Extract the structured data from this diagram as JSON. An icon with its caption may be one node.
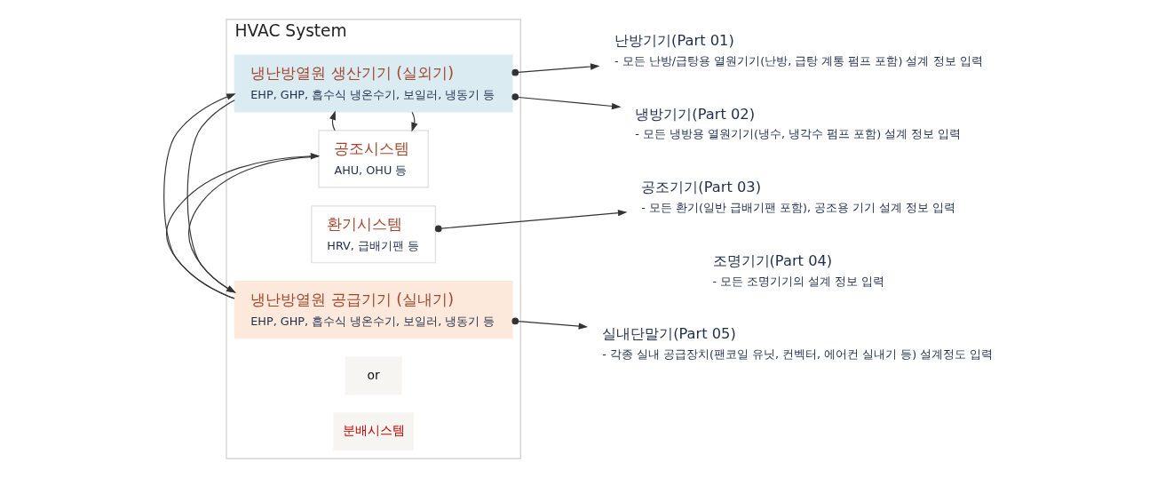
{
  "diagram": {
    "nodes": [
      {
        "text": [
          "HVAC System"
        ]
      },
      {
        "text": [
          "냉난방열원 생산기기 (실외기)",
          "EHP, GHP, 흡수식 냉온수기, 보일러, 냉동기 등"
        ],
        "in": 0
      },
      {
        "text": [
          "공조시스템",
          "AHU, OHU 등"
        ],
        "in": 0
      },
      {
        "text": [
          "환기시스템",
          "HRV, 급배기팬 등"
        ],
        "in": 0
      },
      {
        "text": [
          "냉난방열원 공급기기 (실내기)",
          "EHP, GHP, 흡수식 냉온수기, 보일러, 냉동기 등"
        ],
        "in": 0
      },
      {
        "text": [
          "난방기기(Part 01)",
          "- 모든 난방/급탕용 열원기기(난방, 급탕 계통 펌프 포함) 설계 정보 입력"
        ]
      },
      {
        "text": [
          "냉방기기(Part 02)",
          "- 모든 냉방용 열원기기(냉수, 냉각수 펌프 포함) 설계 정보 입력"
        ]
      },
      {
        "text": [
          "공조기기(Part 03)",
          "- 모든 환기(일반 급배기팬 포함), 공조용 기기 설계 정보 입력"
        ]
      },
      {
        "text": [
          "조명기기(Part 04)",
          "- 모든 조명기기의 설계 정보 입력"
        ]
      },
      {
        "text": [
          "실내단말기(Part 05)",
          "- 각종 실내 공급장치(팬코일 유닛, 컨벡터, 에어컨 실내기 등) 설계정도 입력"
        ]
      }
    ],
    "edges": [
      {
        "from": 1,
        "to": 2,
        "arrow": "to"
      },
      {
        "from": 2,
        "to": 1,
        "arrow": "to"
      },
      {
        "from": 1,
        "to": 4,
        "arrow": "to"
      },
      {
        "from": 4,
        "to": 1,
        "arrow": "to"
      },
      {
        "from": 2,
        "to": 4,
        "arrow": "to"
      },
      {
        "from": 4,
        "to": 2,
        "arrow": "to"
      },
      {
        "from": 1,
        "to": 5,
        "arrow": "to"
      },
      {
        "from": 1,
        "to": 6,
        "arrow": "to"
      },
      {
        "from": 3,
        "to": 7,
        "arrow": "to"
      },
      {
        "from": 4,
        "to": 9,
        "arrow": "to"
      }
    ],
    "labels": [
      "or",
      "분배시스템"
    ]
  }
}
